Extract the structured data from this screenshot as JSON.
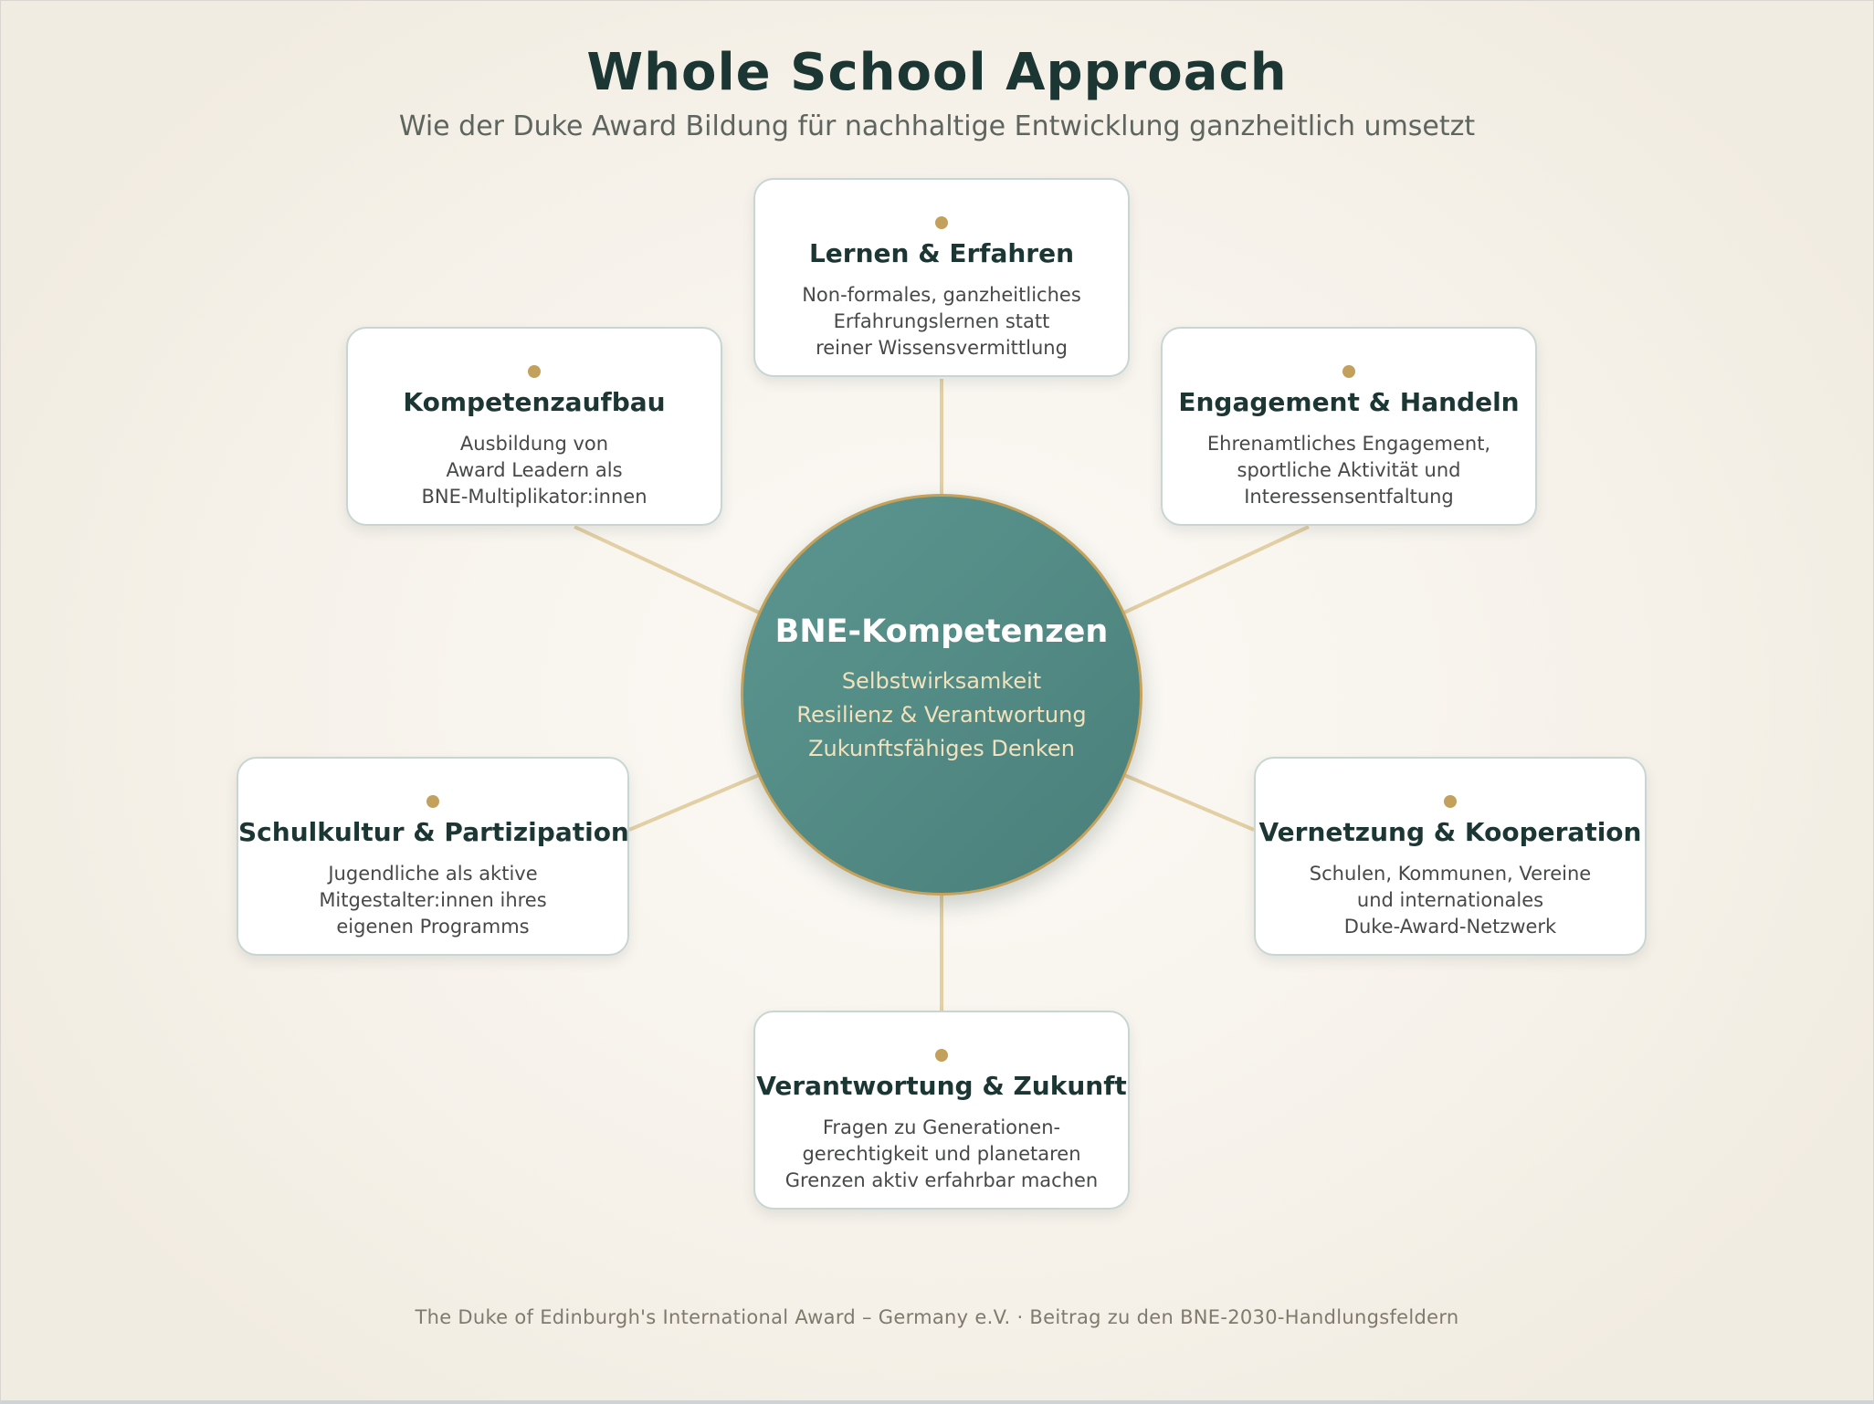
{
  "header": {
    "title": "Whole School Approach",
    "subtitle": "Wie der Duke Award Bildung für nachhaltige Entwicklung ganzheitlich umsetzt"
  },
  "hub": {
    "title": "BNE-Kompetenzen",
    "lines": [
      "Selbstwirksamkeit",
      "Resilienz & Verantwortung",
      "Zukunftsfähiges Denken"
    ]
  },
  "nodes": [
    {
      "title": "Lernen & Erfahren",
      "text": "Non-formales, ganzheitliches\nErfahrungslernen statt\nreiner Wissensvermittlung"
    },
    {
      "title": "Kompetenzaufbau",
      "text": "Ausbildung von\nAward Leadern als\nBNE-Multiplikator:innen"
    },
    {
      "title": "Engagement & Handeln",
      "text": "Ehrenamtliches Engagement,\nsportliche Aktivität und\nInteressensentfaltung"
    },
    {
      "title": "Schulkultur & Partizipation",
      "text": "Jugendliche als aktive\nMitgestalter:innen ihres\neigenen Programms"
    },
    {
      "title": "Vernetzung & Kooperation",
      "text": "Schulen, Kommunen, Vereine\nund internationales\nDuke-Award-Netzwerk"
    },
    {
      "title": "Verantwortung & Zukunft",
      "text": "Fragen zu Generationen-\ngerechtigkeit und planetaren\nGrenzen aktiv erfahrbar machen"
    }
  ],
  "footer": "The Duke of Edinburgh's International Award – Germany e.V. · Beitrag zu den BNE-2030-Handlungsfeldern",
  "colors": {
    "hub_fill": "#4f8781",
    "accent_gold": "#c3a15c",
    "connector": "#e2cfa3",
    "title_text": "#1c3634",
    "hub_text": "#f1e2bd"
  }
}
